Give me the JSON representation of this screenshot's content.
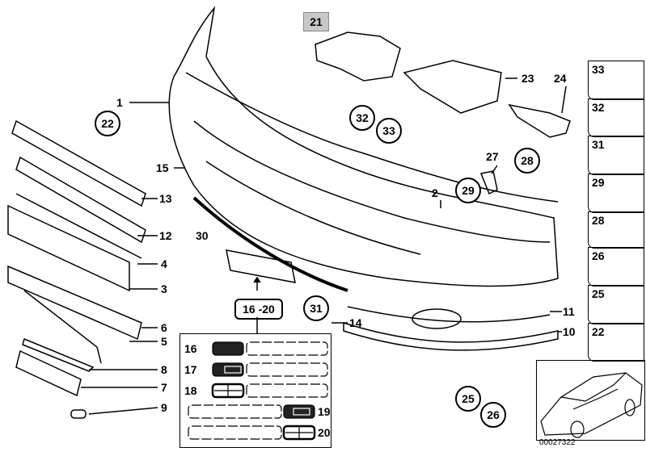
{
  "diagram_id": "00027322",
  "highlighted_part": "21",
  "labels": {
    "p1": "1",
    "p2": "2",
    "p3": "3",
    "p4": "4",
    "p5": "5",
    "p6": "6",
    "p7": "7",
    "p8": "8",
    "p9": "9",
    "p10": "10",
    "p11": "11",
    "p12": "12",
    "p13": "13",
    "p14": "14",
    "p15": "15",
    "p21": "21",
    "p23": "23",
    "p24": "24",
    "p27": "27",
    "p30": "30"
  },
  "circled": {
    "c22": "22",
    "c32": "32",
    "c33": "33",
    "c28": "28",
    "c29": "29",
    "c31": "31",
    "c25": "25",
    "c26": "26"
  },
  "group_label": "16 -20",
  "inset": {
    "l16": "16",
    "l17": "17",
    "l18": "18",
    "l19": "19",
    "l20": "20"
  },
  "hardware_column": [
    "33",
    "32",
    "31",
    "29",
    "28",
    "26",
    "25",
    "22"
  ]
}
